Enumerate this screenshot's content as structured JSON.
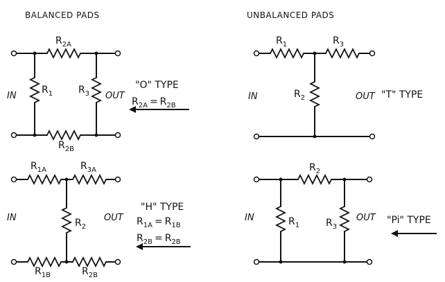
{
  "headers": {
    "balanced": "BALANCED PADS",
    "unbalanced": "UNBALANCED PADS"
  },
  "labels": {
    "in": "IN",
    "out": "OUT"
  },
  "resistors": {
    "R": "R",
    "sub_2A": "2A",
    "sub_1": "1",
    "sub_3": "3",
    "sub_2B": "2B",
    "sub_1A": "1A",
    "sub_3A": "3A",
    "sub_2": "2",
    "sub_1B": "1B"
  },
  "types": {
    "o_type": "\"O\" TYPE",
    "t_type": "\"T\" TYPE",
    "h_type": "\"H\" TYPE",
    "pi_type": "\"Pi\" TYPE"
  },
  "equations": {
    "eq": "="
  }
}
